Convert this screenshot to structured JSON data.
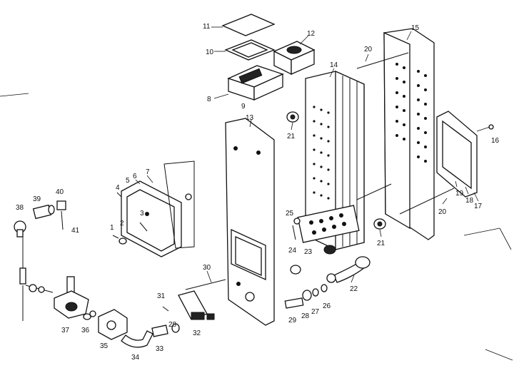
{
  "labels": {
    "p3": "3",
    "p4": "4",
    "p5": "5",
    "p6": "6",
    "p7": "7",
    "p8": "8",
    "p9": "9",
    "p10": "10",
    "p11": "11",
    "p12": "12",
    "p13": "13",
    "p14": "14",
    "p15": "15",
    "p16": "16",
    "p17": "17",
    "p18": "18",
    "p19": "19",
    "p20a": "20",
    "p20b": "20",
    "p21a": "21",
    "p21b": "21",
    "p22": "22",
    "p23": "23",
    "p24": "24",
    "p25": "25",
    "p26": "26",
    "p27": "27",
    "p28a": "28",
    "p28b": "28",
    "p29": "29",
    "p30": "30",
    "p31": "31",
    "p32": "32",
    "p33": "33",
    "p34": "34",
    "p35": "35",
    "p36": "36",
    "p37": "37",
    "p38": "38",
    "p39": "39",
    "p40": "40",
    "p41": "41",
    "p1": "1",
    "p2": "2"
  }
}
